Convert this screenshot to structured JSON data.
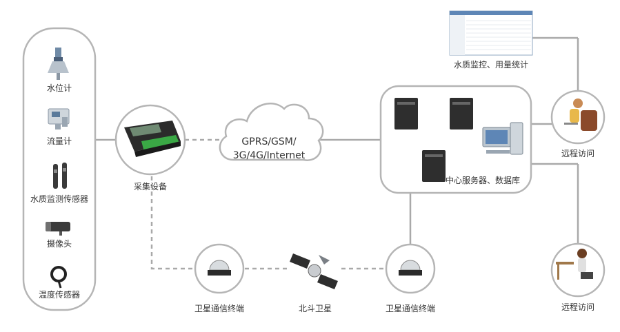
{
  "sensors": [
    {
      "label": "水位计",
      "icon": "radar-level-gauge-icon"
    },
    {
      "label": "流量计",
      "icon": "flow-meter-icon"
    },
    {
      "label": "水质监测传感器",
      "icon": "water-quality-sensor-icon"
    },
    {
      "label": "摄像头",
      "icon": "camera-icon"
    },
    {
      "label": "温度传感器",
      "icon": "temperature-probe-icon"
    }
  ],
  "collector": {
    "label": "采集设备",
    "icon": "data-logger-icon"
  },
  "network": {
    "line1": "GPRS/GSM/",
    "line2": "3G/4G/Internet"
  },
  "server": {
    "label": "中心服务器、数据库",
    "icon": "server-tower-icon"
  },
  "stats": {
    "label": "水质监控、用量统计",
    "icon": "spreadsheet-screenshot-icon"
  },
  "remote_top": {
    "label": "远程访问",
    "icon": "woman-laptop-icon"
  },
  "remote_bottom": {
    "label": "远程访问",
    "icon": "woman-desk-icon"
  },
  "satellite_terminal_left": {
    "label": "卫星通信终端",
    "icon": "satellite-dish-icon"
  },
  "satellite": {
    "label": "北斗卫星",
    "icon": "satellite-icon"
  },
  "satellite_terminal_right": {
    "label": "卫星通信终端",
    "icon": "satellite-dish-icon"
  },
  "colors": {
    "line": "#a9a9a9",
    "border": "#b5b5b5",
    "dark": "#2b2b2b",
    "green": "#3aa845"
  }
}
